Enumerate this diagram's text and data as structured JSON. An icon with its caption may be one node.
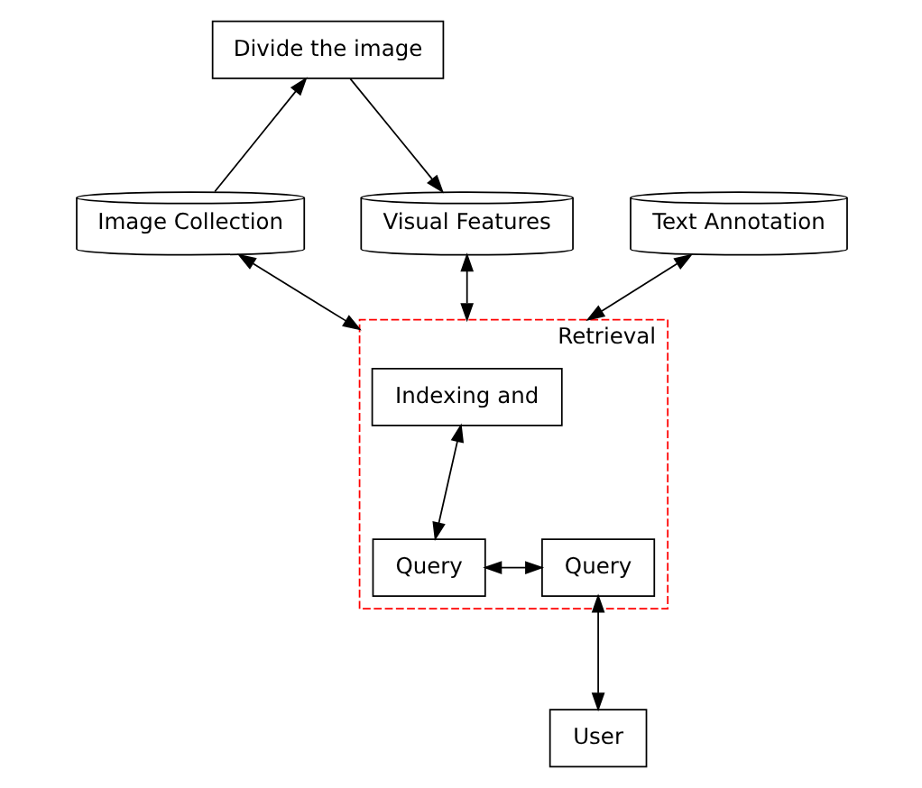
{
  "diagram": {
    "nodes": [
      {
        "text": [
          "Divide the image"
        ]
      },
      {
        "text": [
          "Image Collection"
        ]
      },
      {
        "text": [
          "Visual Features"
        ]
      },
      {
        "text": [
          "Text Annotation"
        ]
      },
      {
        "text": [
          "Retrieval"
        ]
      },
      {
        "text": [
          "Indexing and"
        ],
        "in": 4
      },
      {
        "text": [
          "Query"
        ],
        "in": 4
      },
      {
        "text": [
          "Query"
        ],
        "in": 4
      },
      {
        "text": [
          "User"
        ]
      }
    ],
    "edges": [
      {
        "from": 1,
        "to": 0,
        "arrow": "to"
      },
      {
        "from": 0,
        "to": 2,
        "arrow": "to"
      },
      {
        "from": 4,
        "to": 1,
        "arrow": "both"
      },
      {
        "from": 4,
        "to": 2,
        "arrow": "both"
      },
      {
        "from": 4,
        "to": 3,
        "arrow": "both"
      },
      {
        "from": 5,
        "to": 6,
        "arrow": "both"
      },
      {
        "from": 6,
        "to": 7,
        "arrow": "both"
      },
      {
        "from": 7,
        "to": 8,
        "arrow": "both"
      }
    ]
  }
}
